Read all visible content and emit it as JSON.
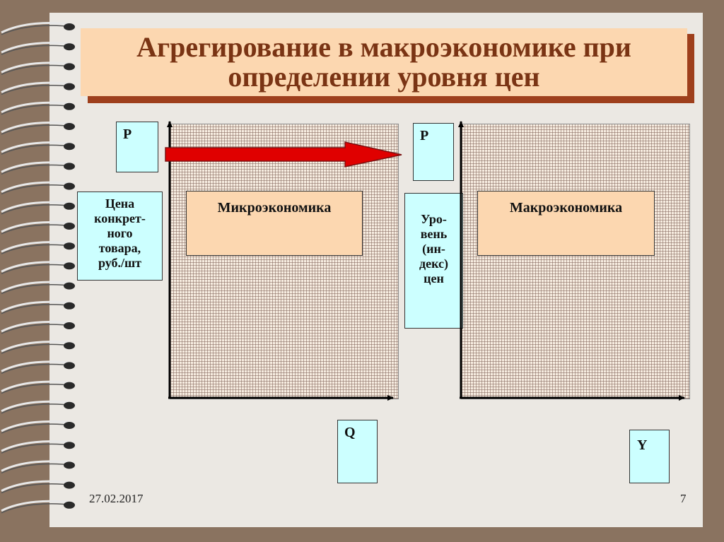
{
  "title": {
    "line1": "Агрегирование в макроэкономике при",
    "line2": "определении уровня цен"
  },
  "left_chart": {
    "y_axis_label": "P",
    "y_desc": [
      "Цена",
      "конкрет-",
      "ного",
      "товара,",
      "руб./шт"
    ],
    "region_label": "Микроэкономика",
    "x_axis_label": "Q"
  },
  "right_chart": {
    "y_axis_label": "P",
    "y_desc": [
      "Уро-",
      "вень",
      "(ин-",
      "декс)",
      "цен"
    ],
    "region_label": "Макроэкономика",
    "x_axis_label": "Y"
  },
  "footer": {
    "date": "27.02.2017",
    "page": "7"
  },
  "colors": {
    "title_bg": "#fcd7b0",
    "title_shadow": "#9e3f1c",
    "label_box": "#ccffff",
    "arrow": "#e00000"
  }
}
